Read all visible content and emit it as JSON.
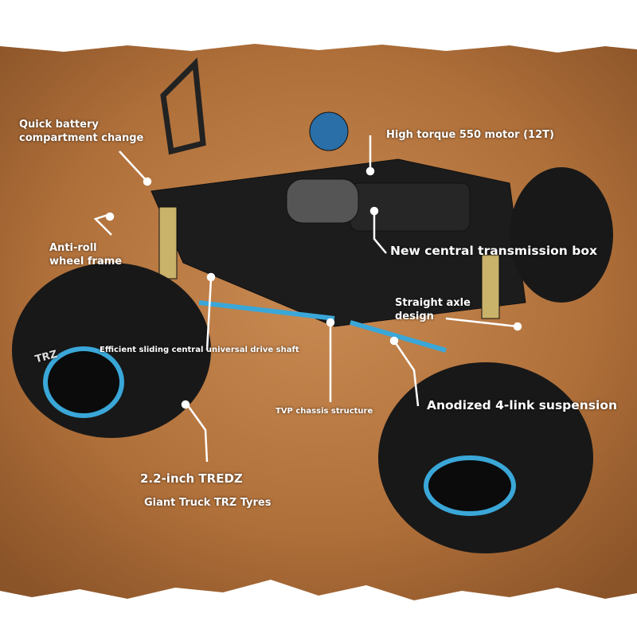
{
  "labels": {
    "battery": [
      "Quick battery",
      "compartment change"
    ],
    "motor": "High torque 550 motor (12T)",
    "antiroll": [
      "Anti-roll",
      "wheel frame"
    ],
    "transmission": "New central transmission box",
    "axle": [
      "Straight axle",
      "design"
    ],
    "driveshaft": "Efficient sliding central universal drive shaft",
    "chassis": "TVP chassis structure",
    "suspension": "Anodized 4-link suspension",
    "tyre_size": "2.2-inch TREDZ",
    "tyre_name": "Giant Truck TRZ Tyres"
  },
  "tyre_brand": "TRZ",
  "colors": {
    "sand": "#b7743d",
    "accent": "#3aa7d8",
    "body": "#1c1c1c"
  }
}
